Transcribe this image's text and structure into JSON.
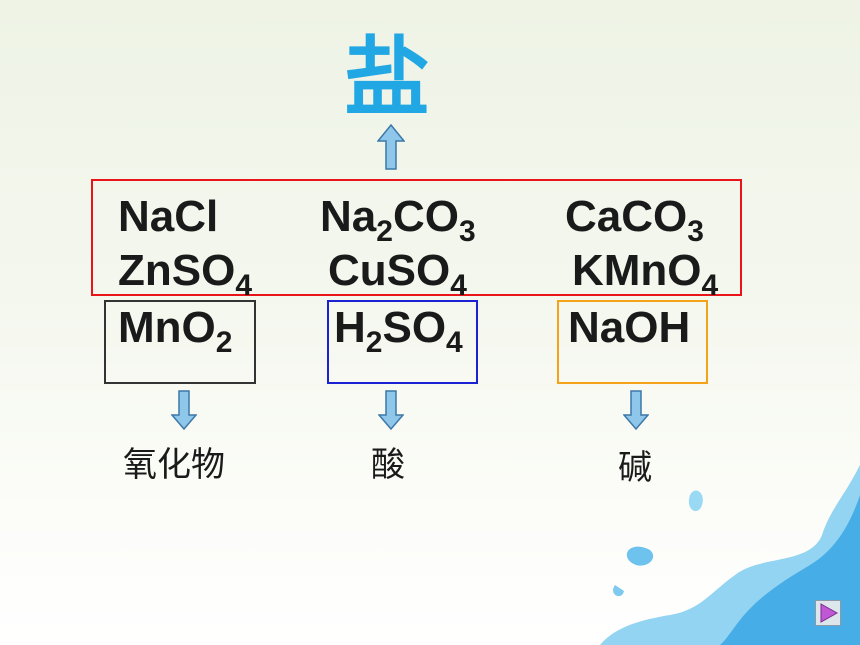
{
  "title": "盐",
  "salt_group": {
    "row1": [
      {
        "base": "NaCl",
        "parts": [
          {
            "t": "NaCl"
          }
        ]
      },
      {
        "base": "Na2CO3",
        "parts": [
          {
            "t": "Na"
          },
          {
            "s": "2"
          },
          {
            "t": "CO"
          },
          {
            "s": "3"
          }
        ]
      },
      {
        "base": "CaCO3",
        "parts": [
          {
            "t": "CaCO"
          },
          {
            "s": "3"
          }
        ]
      }
    ],
    "row2": [
      {
        "base": "ZnSO4",
        "parts": [
          {
            "t": "ZnSO"
          },
          {
            "s": "4"
          }
        ]
      },
      {
        "base": "CuSO4",
        "parts": [
          {
            "t": "CuSO"
          },
          {
            "s": "4"
          }
        ]
      },
      {
        "base": "KMnO4",
        "parts": [
          {
            "t": "KMnO"
          },
          {
            "s": "4"
          }
        ]
      }
    ]
  },
  "others": [
    {
      "name": "MnO2",
      "parts": [
        {
          "t": "MnO"
        },
        {
          "s": "2"
        }
      ],
      "label": "氧化物",
      "box_color": "#333333"
    },
    {
      "name": "H2SO4",
      "parts": [
        {
          "t": "H"
        },
        {
          "s": "2"
        },
        {
          "t": "SO"
        },
        {
          "s": "4"
        }
      ],
      "label": "酸",
      "box_color": "#1a22d4"
    },
    {
      "name": "NaOH",
      "parts": [
        {
          "t": "NaOH"
        }
      ],
      "label": "碱",
      "box_color": "#f5a21b"
    }
  ],
  "colors": {
    "salt_box": "#e8141a",
    "arrow": "#8fc7ea",
    "arrow_edge": "#3c78a8",
    "title": "#21a7e3",
    "nav_button": "#c058d6"
  },
  "icons": {
    "up_arrow": "up-arrow-icon",
    "down_arrow": "down-arrow-icon",
    "next_button": "play-triangle-icon"
  }
}
